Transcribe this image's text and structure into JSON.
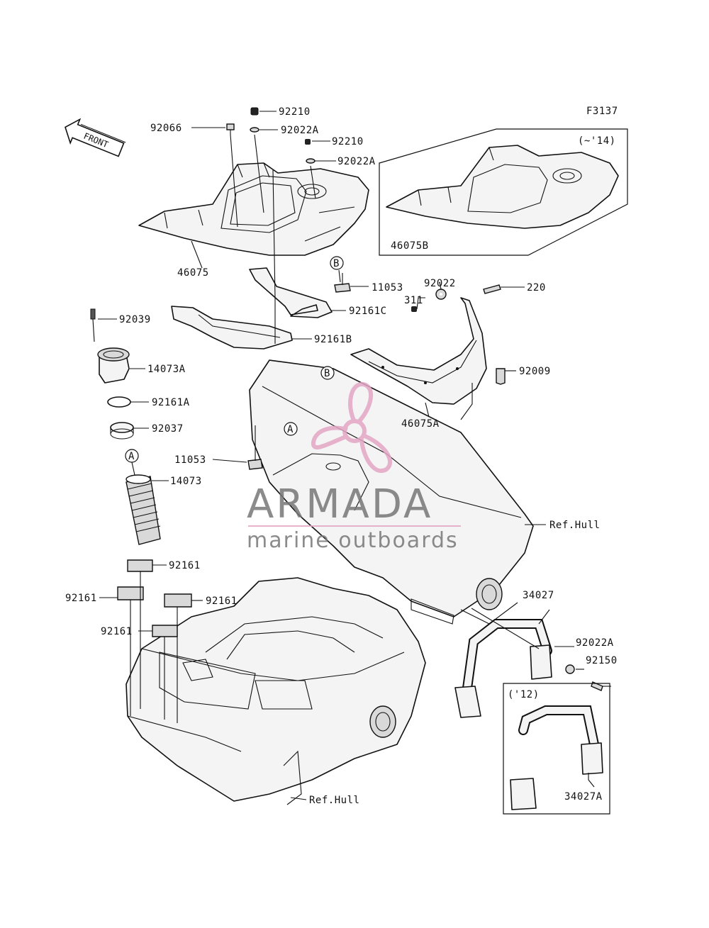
{
  "figure_code": "F3137",
  "front_label": "FRONT",
  "watermark": {
    "brand": "ARMADA",
    "tagline": "marine outboards",
    "logo_color": "#e3a6c4",
    "text_color": "#777777"
  },
  "variants": {
    "upper": "(~'14)",
    "lower": "('12)"
  },
  "callouts": {
    "A": "A",
    "B": "B"
  },
  "parts": {
    "p92066": "92066",
    "p92210a": "92210",
    "p92022a1": "92022A",
    "p92210b": "92210",
    "p92022a2": "92022A",
    "p46075": "46075",
    "p46075b": "46075B",
    "p11053a": "11053",
    "p92022": "92022",
    "p220": "220",
    "p311": "311",
    "p92161c": "92161C",
    "p92039": "92039",
    "p92161b": "92161B",
    "p14073a": "14073A",
    "p92009": "92009",
    "p92161a": "92161A",
    "p46075a": "46075A",
    "p92037": "92037",
    "p11053b": "11053",
    "p14073": "14073",
    "refhull1": "Ref.Hull",
    "p92161_1": "92161",
    "p34027": "34027",
    "p92161_2": "92161",
    "p92161_3": "92161",
    "p92022a3": "92022A",
    "p92161_4": "92161",
    "p92150": "92150",
    "p34027a": "34027A",
    "refhull2": "Ref.Hull"
  }
}
